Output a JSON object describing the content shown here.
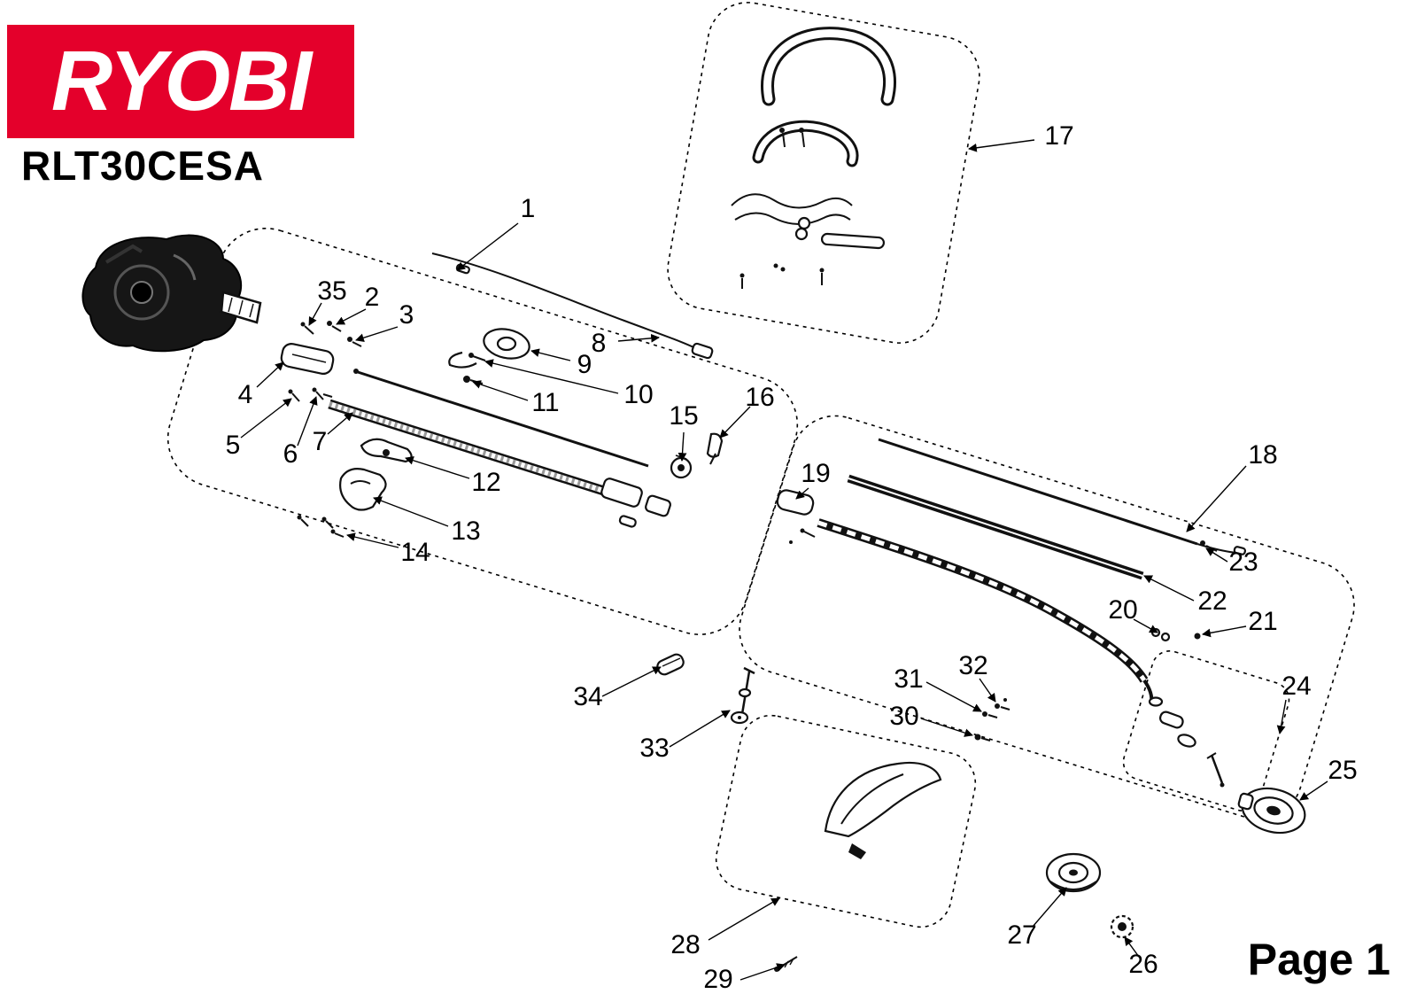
{
  "page": {
    "brand": "RYOBI",
    "model": "RLT30CESA",
    "page_label": "Page 1"
  },
  "colors": {
    "brand_red": "#e4002b",
    "ink": "#000000"
  },
  "diagram": {
    "type": "exploded-parts-diagram",
    "callouts": [
      "1",
      "2",
      "3",
      "4",
      "5",
      "6",
      "7",
      "8",
      "9",
      "10",
      "11",
      "12",
      "13",
      "14",
      "15",
      "16",
      "17",
      "18",
      "19",
      "20",
      "21",
      "22",
      "23",
      "24",
      "25",
      "26",
      "27",
      "28",
      "29",
      "30",
      "31",
      "32",
      "33",
      "34",
      "35"
    ]
  }
}
